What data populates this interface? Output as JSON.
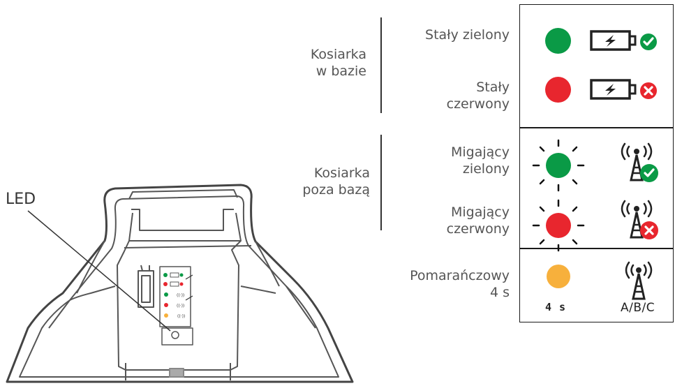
{
  "callout": {
    "led_label": "LED"
  },
  "groups": [
    {
      "title_line1": "Kosiarka",
      "title_line2": "w bazie"
    },
    {
      "title_line1": "Kosiarka",
      "title_line2": "poza bazą"
    }
  ],
  "states": [
    {
      "line1": "Stały zielony",
      "line2": "",
      "color": "#0a9a46",
      "indicator": "battery-ok-icon"
    },
    {
      "line1": "Stały",
      "line2": "czerwony",
      "color": "#e8262e",
      "indicator": "battery-error-icon"
    },
    {
      "line1": "Migający",
      "line2": "zielony",
      "color": "#0a9a46",
      "indicator": "signal-ok-icon"
    },
    {
      "line1": "Migający",
      "line2": "czerwony",
      "color": "#e8262e",
      "indicator": "signal-error-icon"
    },
    {
      "line1": "Pomarańczowy",
      "line2": "4 s",
      "color": "#f7b03c",
      "indicator": "signal-icon"
    }
  ],
  "panel": {
    "orange_duration": "4 s",
    "channel_label": "A/B/C"
  },
  "colors": {
    "green": "#0a9a46",
    "red": "#e8262e",
    "orange": "#f7b03c"
  }
}
